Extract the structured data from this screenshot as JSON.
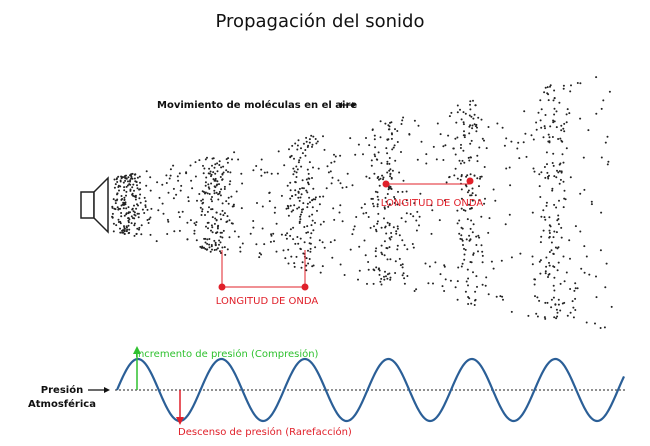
{
  "title": "Propagación del sonido",
  "molecule_movement": "Movimiento de moléculas en el aire",
  "wavelength_label": "LONGITUD DE ONDA",
  "pressure": {
    "atmospheric_line1": "Presión",
    "atmospheric_line2": "Atmosférica",
    "compression": "Incremento de presión (Compresión)",
    "rarefaction": "Descenso de presión (Rarefacción)"
  },
  "colors": {
    "wave": "#2b5f97",
    "wavelength_marker": "#e0202a",
    "compression_arrow": "#2fc12f",
    "rarefaction_arrow": "#e0202a",
    "dots": "#222222"
  }
}
